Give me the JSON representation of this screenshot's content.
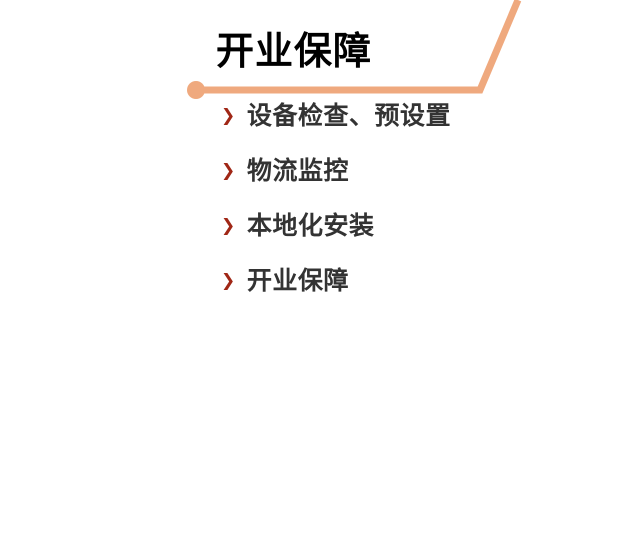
{
  "slide": {
    "title": "开业保障",
    "title_color": "#000000",
    "background_color": "#ffffff",
    "accent_color": "#EFA97E",
    "bullet_marker_color": "#A02716",
    "bullet_text_color": "#333333",
    "decoration": {
      "circle_icon_name": "accent-circle",
      "line_icon_name": "accent-elbow-line"
    },
    "bullets": [
      {
        "marker": "❯",
        "text": "设备检查、预设置"
      },
      {
        "marker": "❯",
        "text": "物流监控"
      },
      {
        "marker": "❯",
        "text": "本地化安装"
      },
      {
        "marker": "❯",
        "text": "开业保障"
      }
    ]
  }
}
